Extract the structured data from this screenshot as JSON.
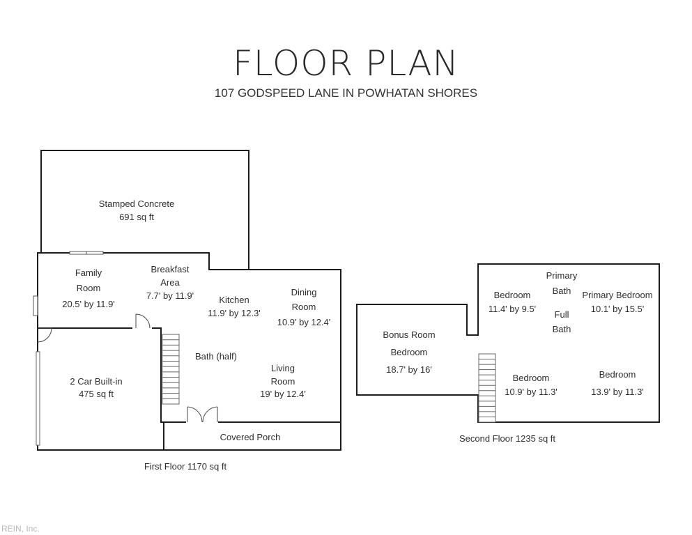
{
  "header": {
    "title": "FLOOR PLAN",
    "subtitle": "107 GODSPEED LANE IN POWHATAN SHORES"
  },
  "first_floor": {
    "caption": "First Floor 1170 sq ft",
    "stamped_concrete": {
      "name": "Stamped Concrete",
      "area": "691 sq ft"
    },
    "family_room": {
      "name_line1": "Family",
      "name_line2": "Room",
      "size": "20.5' by 11.9'"
    },
    "breakfast_area": {
      "name_line1": "Breakfast",
      "name_line2": "Area",
      "size": "7.7' by 11.9'"
    },
    "kitchen": {
      "name": "Kitchen",
      "size": "11.9' by 12.3'"
    },
    "dining_room": {
      "name_line1": "Dining",
      "name_line2": "Room",
      "size": "10.9' by 12.4'"
    },
    "bath_half": {
      "name": "Bath (half)"
    },
    "living_room": {
      "name_line1": "Living",
      "name_line2": "Room",
      "size": "19' by 12.4'"
    },
    "garage": {
      "name": "2 Car Built-in",
      "area": "475 sq ft"
    },
    "covered_porch": {
      "name": "Covered Porch"
    }
  },
  "second_floor": {
    "caption": "Second Floor 1235 sq ft",
    "bonus_room": {
      "name_line1": "Bonus Room",
      "name_line2": "Bedroom",
      "size": "18.7' by 16'"
    },
    "bedroom_a": {
      "name": "Bedroom",
      "size": "11.4' by 9.5'"
    },
    "primary_bath": {
      "name_line1": "Primary",
      "name_line2": "Bath"
    },
    "full_bath": {
      "name_line1": "Full",
      "name_line2": "Bath"
    },
    "primary_bedroom": {
      "name": "Primary Bedroom",
      "size": "10.1' by 15.5'"
    },
    "bedroom_b": {
      "name": "Bedroom",
      "size": "10.9' by 11.3'"
    },
    "bedroom_c": {
      "name": "Bedroom",
      "size": "13.9' by 11.3'"
    }
  },
  "watermark": "REIN, Inc."
}
